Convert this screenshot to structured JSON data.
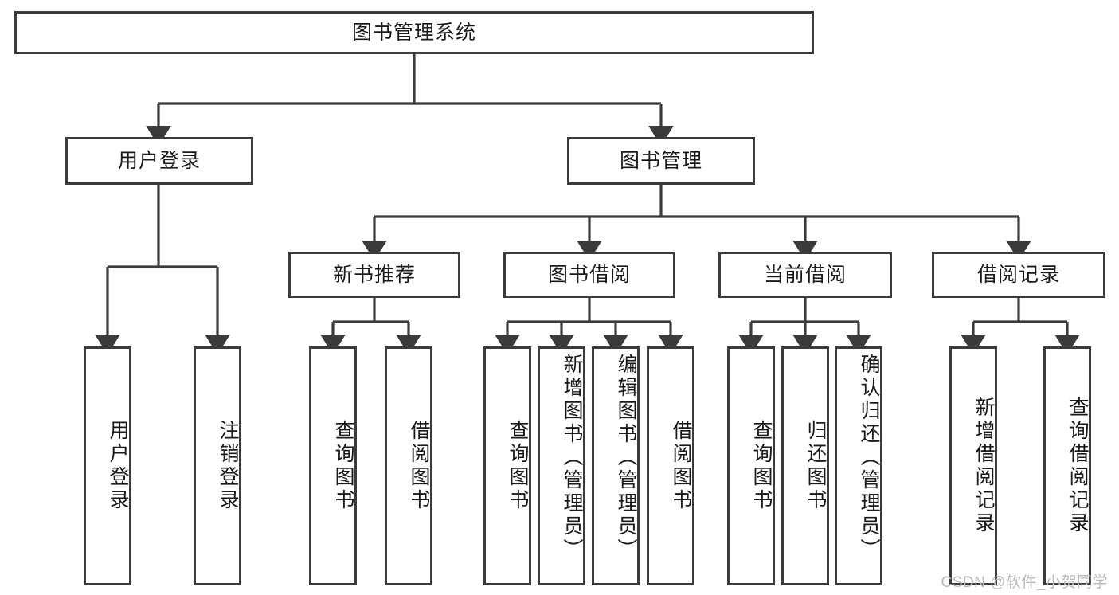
{
  "diagram": {
    "type": "tree-hierarchy-chart",
    "title": "图书管理系统",
    "stroke_color": "#3b3b3b",
    "fill_color": "#ffffff",
    "text_color": "#1a1a1a",
    "nodes": {
      "root": {
        "label": "图书管理系统"
      },
      "level2": [
        {
          "id": "user-login",
          "label": "用户登录"
        },
        {
          "id": "book-management",
          "label": "图书管理"
        }
      ],
      "level3": [
        {
          "id": "new-book-recommend",
          "label": "新书推荐"
        },
        {
          "id": "book-borrow",
          "label": "图书借阅"
        },
        {
          "id": "current-borrow",
          "label": "当前借阅"
        },
        {
          "id": "borrow-record",
          "label": "借阅记录"
        }
      ],
      "leaves": {
        "user_login": [
          {
            "id": "leaf-user-login",
            "label": "用户登录"
          },
          {
            "id": "leaf-logout-login",
            "label": "注销登录"
          }
        ],
        "new_book_recommend": [
          {
            "id": "leaf-query-book-1",
            "label": "查询图书"
          },
          {
            "id": "leaf-borrow-book-1",
            "label": "借阅图书"
          }
        ],
        "book_borrow": [
          {
            "id": "leaf-query-book-2",
            "label": "查询图书"
          },
          {
            "id": "leaf-add-book-admin",
            "label": "新增图书（管理员）"
          },
          {
            "id": "leaf-edit-book-admin",
            "label": "编辑图书（管理员）"
          },
          {
            "id": "leaf-borrow-book-2",
            "label": "借阅图书"
          }
        ],
        "current_borrow": [
          {
            "id": "leaf-query-book-3",
            "label": "查询图书"
          },
          {
            "id": "leaf-return-book",
            "label": "归还图书"
          },
          {
            "id": "leaf-confirm-return-admin",
            "label": "确认归还（管理员）"
          }
        ],
        "borrow_record": [
          {
            "id": "leaf-add-borrow-record",
            "label": "新增借阅记录"
          },
          {
            "id": "leaf-query-borrow-record",
            "label": "查询借阅记录"
          }
        ]
      }
    }
  },
  "watermark": {
    "text": "CSDN @软件_小贺同学"
  }
}
